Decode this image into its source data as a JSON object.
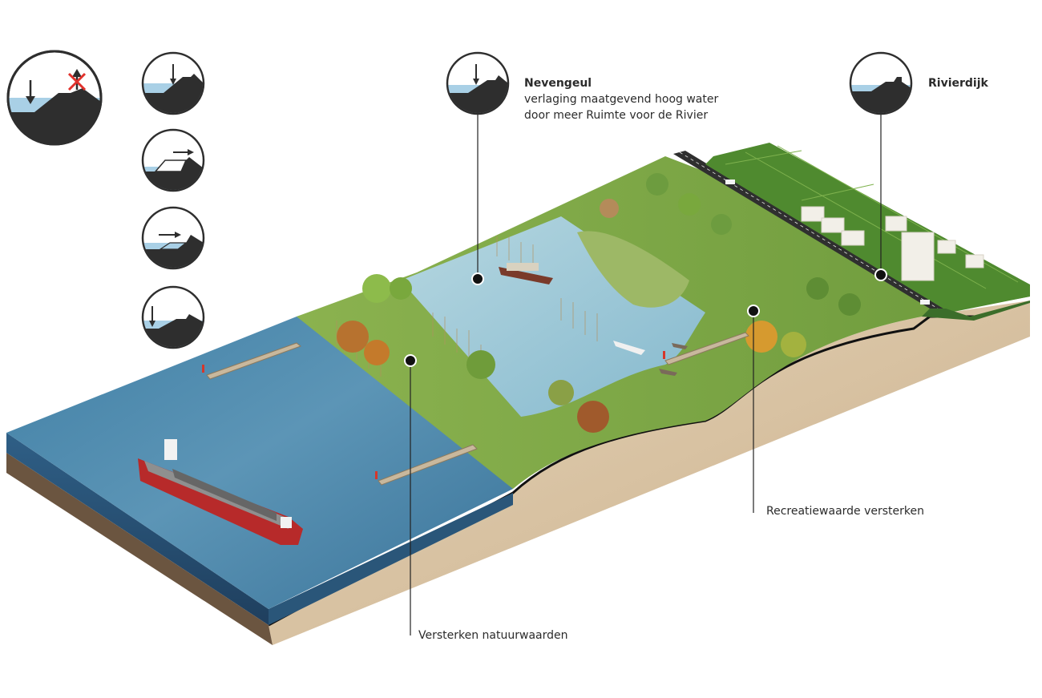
{
  "labels": {
    "nevengeul_title": "Nevengeul",
    "nevengeul_line1": "verlaging maatgevend hoog water",
    "nevengeul_line2": "door meer Ruimte voor de Rivier",
    "rivierdijk": "Rivierdijk",
    "recreatiewaarde": "Recreatiewaarde versterken",
    "natuurwaarden": "Versterken natuurwaarden"
  },
  "icons": [
    "water-level-down-no-dike-raise-icon",
    "water-level-down-icon",
    "dike-move-inland-icon",
    "floodplain-shift-icon",
    "dike-lower-water-icon",
    "nevengeul-icon",
    "rivierdijk-icon"
  ],
  "colors": {
    "water": "#4b87aa",
    "water_light": "#a9d0e6",
    "land": "#7aa548",
    "soil": "#d9c4a6",
    "dark": "#2e2e2e",
    "leader_dot": "#111111"
  }
}
